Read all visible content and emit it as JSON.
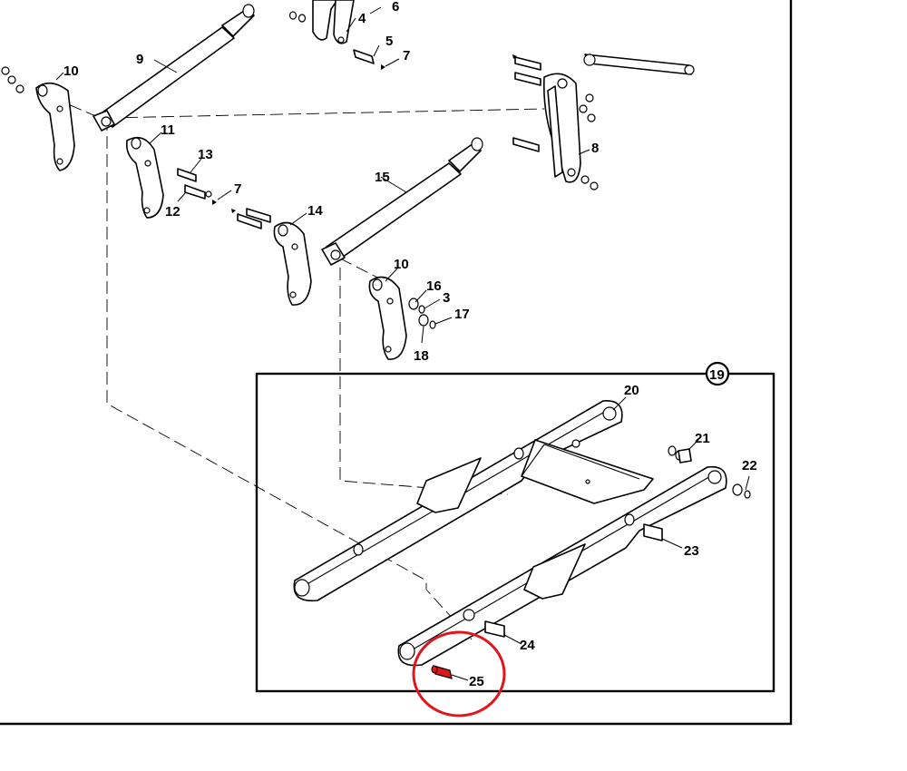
{
  "diagram": {
    "callouts": [
      {
        "id": "c6",
        "text": "6"
      },
      {
        "id": "c4",
        "text": "4"
      },
      {
        "id": "c5",
        "text": "5"
      },
      {
        "id": "c7a",
        "text": "7"
      },
      {
        "id": "c9",
        "text": "9"
      },
      {
        "id": "c10a",
        "text": "10"
      },
      {
        "id": "c11",
        "text": "11"
      },
      {
        "id": "c13",
        "text": "13"
      },
      {
        "id": "c12",
        "text": "12"
      },
      {
        "id": "c7b",
        "text": "7"
      },
      {
        "id": "c14",
        "text": "14"
      },
      {
        "id": "c15",
        "text": "15"
      },
      {
        "id": "c8",
        "text": "8"
      },
      {
        "id": "c10b",
        "text": "10"
      },
      {
        "id": "c16",
        "text": "16"
      },
      {
        "id": "c3",
        "text": "3"
      },
      {
        "id": "c17",
        "text": "17"
      },
      {
        "id": "c18",
        "text": "18"
      },
      {
        "id": "c19",
        "text": "19"
      },
      {
        "id": "c20",
        "text": "20"
      },
      {
        "id": "c21",
        "text": "21"
      },
      {
        "id": "c22",
        "text": "22"
      },
      {
        "id": "c23",
        "text": "23"
      },
      {
        "id": "c24",
        "text": "24"
      },
      {
        "id": "c25",
        "text": "25"
      }
    ],
    "highlight": {
      "part": "25",
      "color": "#e0161b"
    },
    "colors": {
      "line": "#000000",
      "background": "#ffffff",
      "highlight_ring": "#e0161b"
    }
  }
}
